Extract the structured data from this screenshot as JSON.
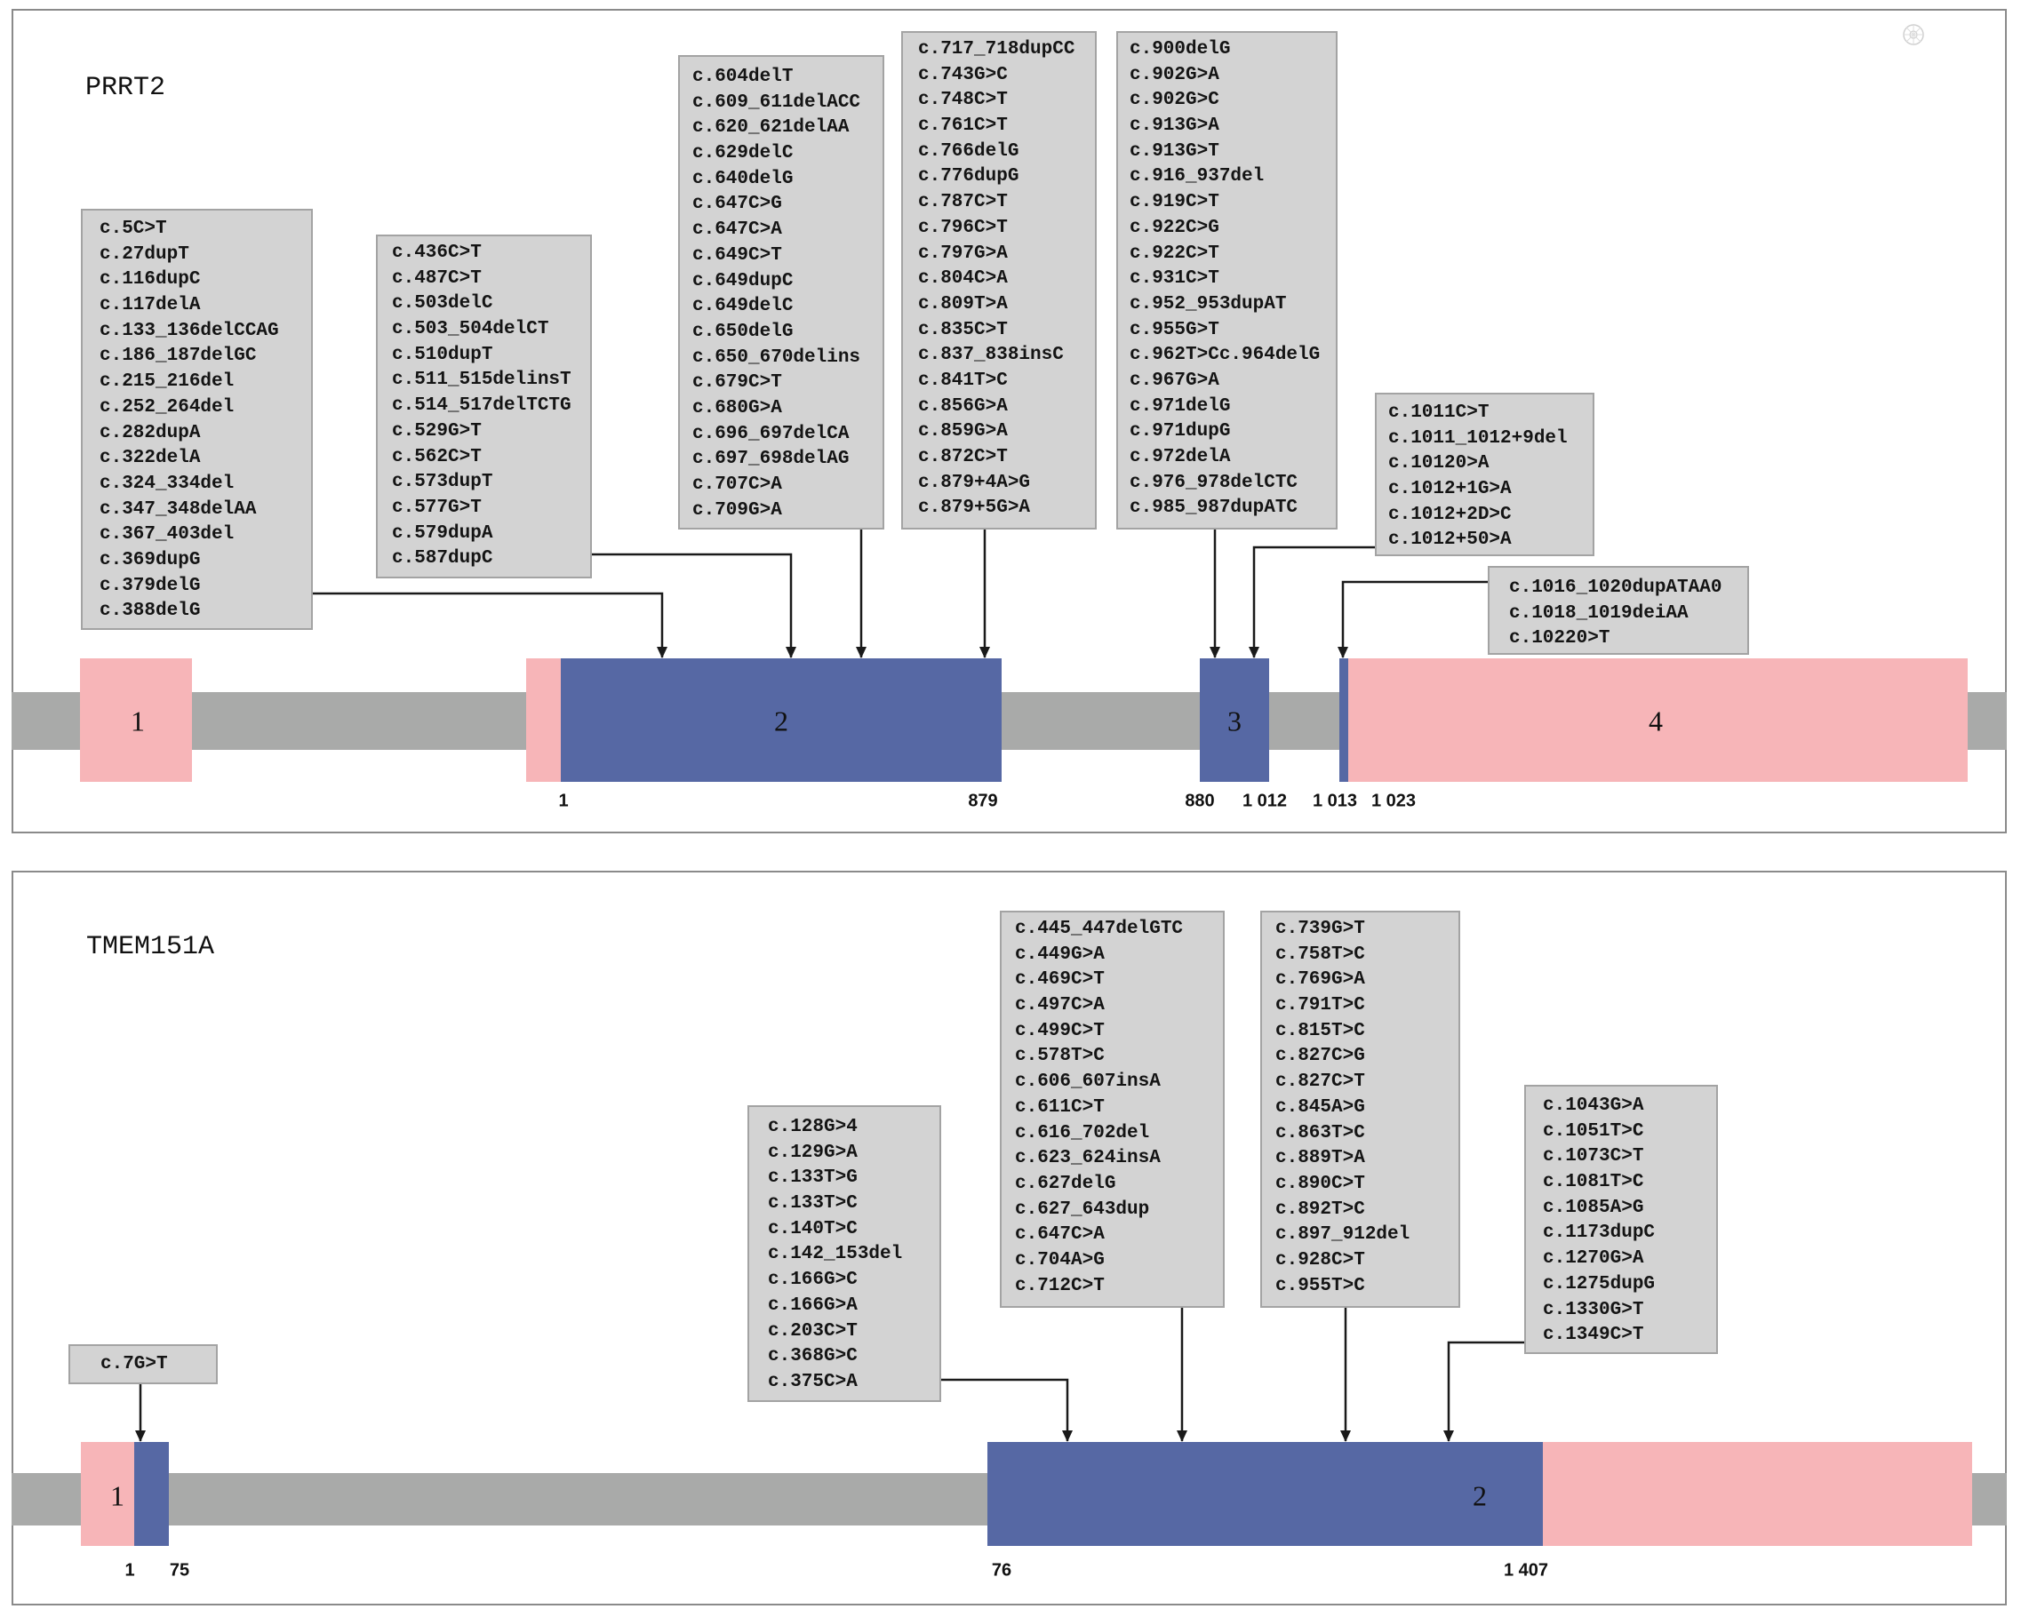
{
  "genes": [
    {
      "name": "PRRT2",
      "exon_labels": [
        "1",
        "2",
        "3",
        "4"
      ],
      "positions": [
        "1",
        "879",
        "880",
        "1 012",
        "1 013",
        "1 023"
      ],
      "variant_groups": [
        [
          "c.5C>T",
          "c.27dupT",
          "c.116dupC",
          "c.117delA",
          "c.133_136delCCAG",
          "c.186_187delGC",
          "c.215_216del",
          "c.252_264del",
          "c.282dupA",
          "c.322delA",
          "c.324_334del",
          "c.347_348delAA",
          "c.367_403del",
          "c.369dupG",
          "c.379delG",
          "c.388delG"
        ],
        [
          "c.436C>T",
          "c.487C>T",
          "c.503delC",
          "c.503_504delCT",
          "c.510dupT",
          "c.511_515delinsT",
          "c.514_517delTCTG",
          "c.529G>T",
          "c.562C>T",
          "c.573dupT",
          "c.577G>T",
          "c.579dupA",
          "c.587dupC"
        ],
        [
          "c.604delT",
          "c.609_611delACC",
          "c.620_621delAA",
          "c.629delC",
          "c.640delG",
          "c.647C>G",
          "c.647C>A",
          "c.649C>T",
          "c.649dupC",
          "c.649delC",
          "c.650delG",
          "c.650_670delins",
          "c.679C>T",
          "c.680G>A",
          "c.696_697delCA",
          "c.697_698delAG",
          "c.707C>A",
          "c.709G>A"
        ],
        [
          "c.717_718dupCC",
          "c.743G>C",
          "c.748C>T",
          "c.761C>T",
          "c.766delG",
          "c.776dupG",
          "c.787C>T",
          "c.796C>T",
          "c.797G>A",
          "c.804C>A",
          "c.809T>A",
          "c.835C>T",
          "c.837_838insC",
          "c.841T>C",
          "c.856G>A",
          "c.859G>A",
          "c.872C>T",
          "c.879+4A>G",
          "c.879+5G>A"
        ],
        [
          "c.900delG",
          "c.902G>A",
          "c.902G>C",
          "c.913G>A",
          "c.913G>T",
          "c.916_937del",
          "c.919C>T",
          "c.922C>G",
          "c.922C>T",
          "c.931C>T",
          "c.952_953dupAT",
          "c.955G>T",
          "c.962T>Cc.964delG",
          "c.967G>A",
          "c.971delG",
          "c.971dupG",
          "c.972delA",
          "c.976_978delCTC",
          "c.985_987dupATC"
        ],
        [
          "c.1011C>T",
          "c.1011_1012+9del",
          "c.10120>A",
          "c.1012+1G>A",
          "c.1012+2D>C",
          "c.1012+50>A"
        ],
        [
          "c.1016_1020dupATAA0",
          "c.1018_1019deiAA",
          "c.10220>T"
        ]
      ]
    },
    {
      "name": "TMEM151A",
      "exon_labels": [
        "1",
        "2"
      ],
      "positions": [
        "1",
        "75",
        "76",
        "1 407"
      ],
      "variant_groups": [
        [
          "c.7G>T"
        ],
        [
          "c.128G>4",
          "c.129G>A",
          "c.133T>G",
          "c.133T>C",
          "c.140T>C",
          "c.142_153del",
          "c.166G>C",
          "c.166G>A",
          "c.203C>T",
          "c.368G>C",
          "c.375C>A"
        ],
        [
          "c.445_447delGTC",
          "c.449G>A",
          "c.469C>T",
          "c.497C>A",
          "c.499C>T",
          "c.578T>C",
          "c.606_607insA",
          "c.611C>T",
          "c.616_702del",
          "c.623_624insA",
          "c.627delG",
          "c.627_643dup",
          "c.647C>A",
          "c.704A>G",
          "c.712C>T"
        ],
        [
          "c.739G>T",
          "c.758T>C",
          "c.769G>A",
          "c.791T>C",
          "c.815T>C",
          "c.827C>G",
          "c.827C>T",
          "c.845A>G",
          "c.863T>C",
          "c.889T>A",
          "c.890C>T",
          "c.892T>C",
          "c.897_912del",
          "c.928C>T",
          "c.955T>C"
        ],
        [
          "c.1043G>A",
          "c.1051T>C",
          "c.1073C>T",
          "c.1081T>C",
          "c.1085A>G",
          "c.1173dupC",
          "c.1270G>A",
          "c.1275dupG",
          "c.1330G>T",
          "c.1349C>T"
        ]
      ]
    }
  ],
  "colors": {
    "utr": "#f7b5b8",
    "coding": "#5668a4",
    "intron": "#a9aaa9",
    "variant_box": "#d3d3d3"
  },
  "icons": {
    "watermark": "watermark-logo-icon"
  }
}
